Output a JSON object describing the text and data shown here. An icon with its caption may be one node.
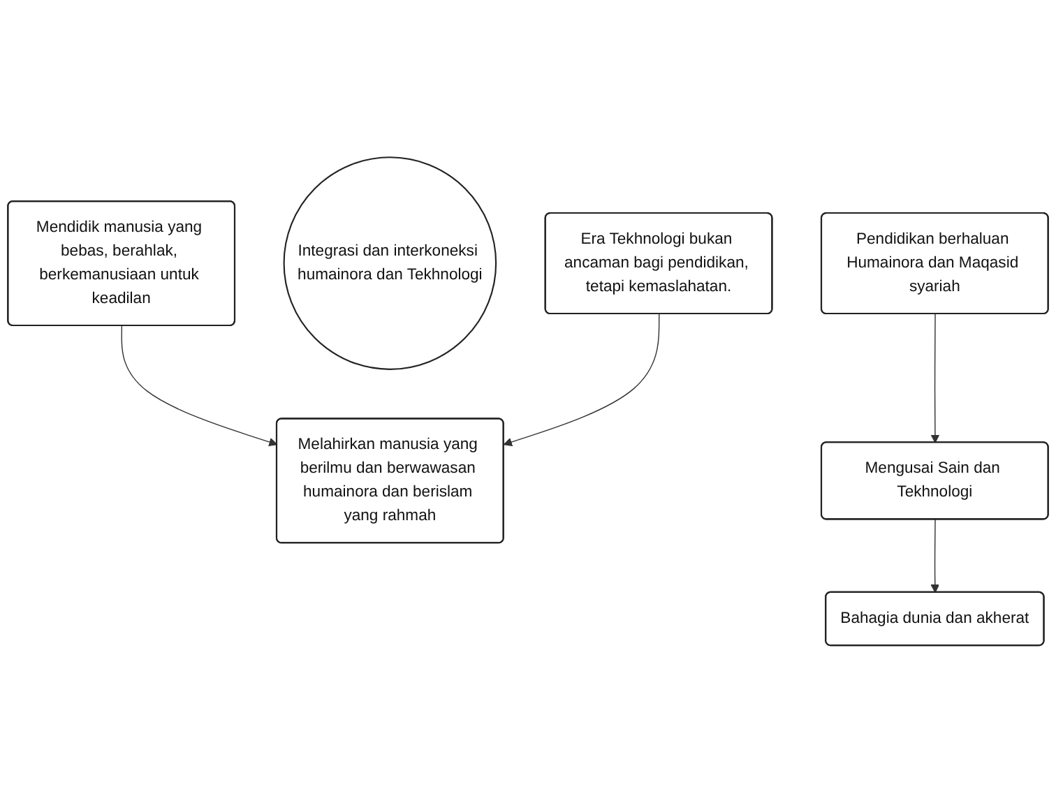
{
  "diagram": {
    "nodes": [
      {
        "text": [
          "Mendidik manusia yang bebas, berahlak, berkemanusiaan untuk keadilan"
        ]
      },
      {
        "text": [
          "Integrasi dan interkoneksi humainora dan Tekhnologi"
        ]
      },
      {
        "text": [
          "Era Tekhnologi bukan ancaman bagi pendidikan, tetapi kemaslahatan."
        ]
      },
      {
        "text": [
          "Melahirkan manusia yang berilmu dan berwawasan humainora dan berislam yang rahmah"
        ]
      },
      {
        "text": [
          "Pendidikan berhaluan Humainora dan Maqasid syariah"
        ]
      },
      {
        "text": [
          "Mengusai Sain dan Tekhnologi"
        ]
      },
      {
        "text": [
          "Bahagia dunia dan akherat"
        ]
      }
    ],
    "edges": [
      {
        "from": 0,
        "to": 3,
        "arrow": "to"
      },
      {
        "from": 2,
        "to": 3,
        "arrow": "to"
      },
      {
        "from": 4,
        "to": 5,
        "arrow": "to"
      },
      {
        "from": 5,
        "to": 6,
        "arrow": "to"
      }
    ]
  }
}
